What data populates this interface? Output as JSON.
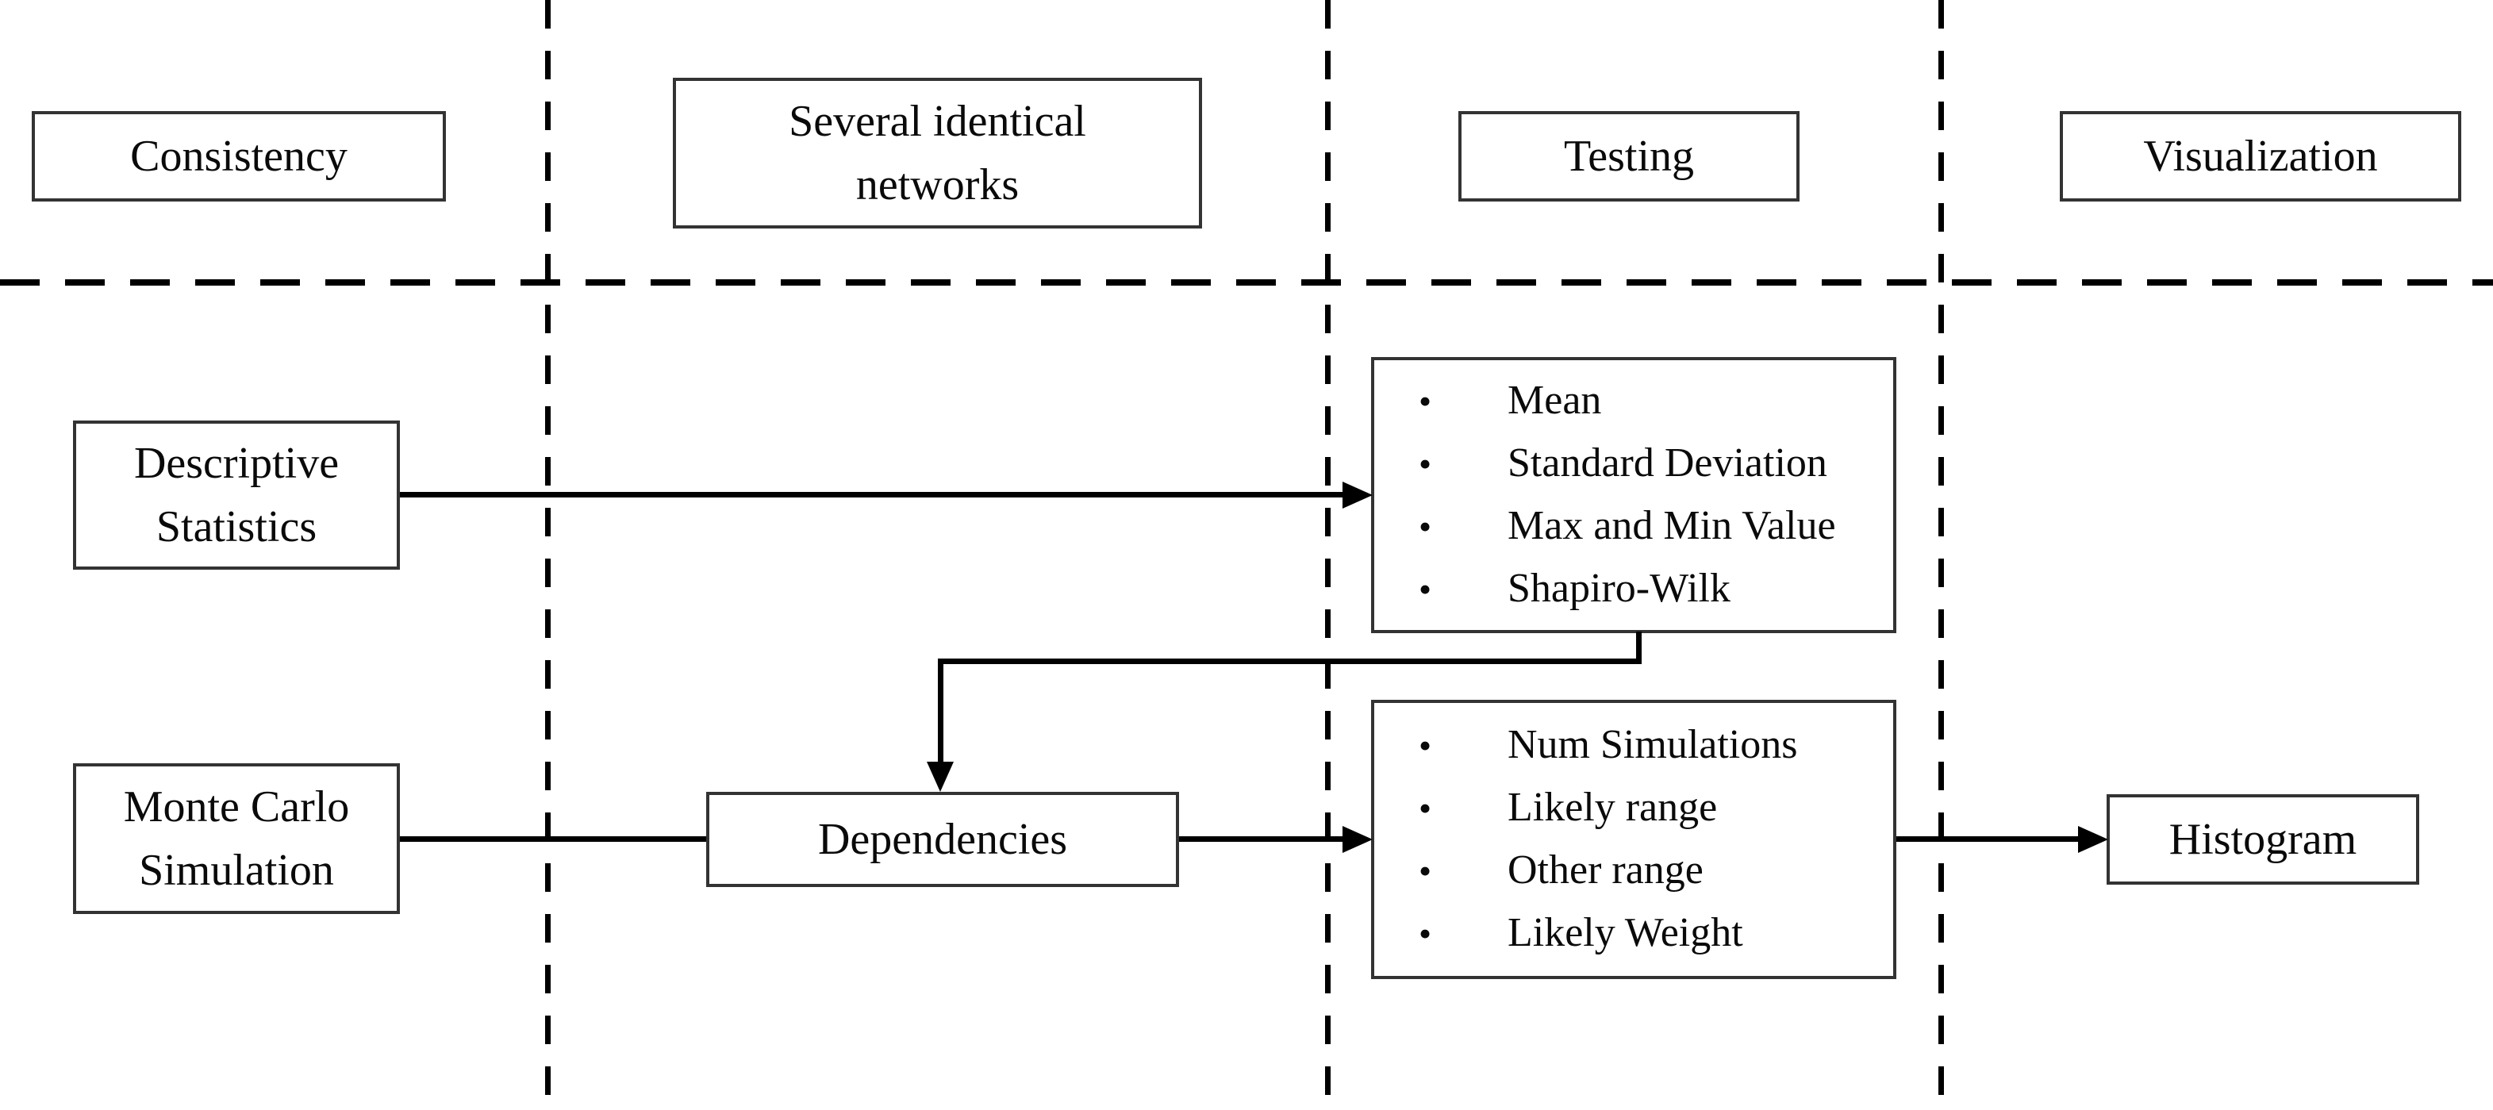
{
  "diagram": {
    "background": "#ffffff",
    "line_color": "#000000",
    "box_border_color": "#333333",
    "bullet_glyph": "•",
    "columns": [
      {
        "id": "consistency",
        "lines": [
          "Consistency"
        ]
      },
      {
        "id": "several-identical-networks",
        "lines": [
          "Several identical",
          "networks"
        ]
      },
      {
        "id": "testing",
        "lines": [
          "Testing"
        ]
      },
      {
        "id": "visualization",
        "lines": [
          "Visualization"
        ]
      }
    ],
    "nodes": {
      "descriptive_statistics": {
        "lines": [
          "Descriptive",
          "Statistics"
        ]
      },
      "monte_carlo_simulation": {
        "lines": [
          "Monte Carlo",
          "Simulation"
        ]
      },
      "dependencies": {
        "lines": [
          "Dependencies"
        ]
      },
      "histogram": {
        "lines": [
          "Histogram"
        ]
      },
      "stats_list": {
        "items": [
          "Mean",
          "Standard Deviation",
          "Max and Min Value",
          "Shapiro-Wilk"
        ]
      },
      "sim_list": {
        "items": [
          "Num Simulations",
          "Likely range",
          "Other range",
          "Likely Weight"
        ]
      }
    },
    "edges": [
      {
        "from": "descriptive_statistics",
        "to": "stats_list",
        "arrowhead": true
      },
      {
        "from": "stats_list",
        "to": "dependencies",
        "arrowhead": true
      },
      {
        "from": "monte_carlo_simulation",
        "to": "dependencies",
        "arrowhead": false
      },
      {
        "from": "dependencies",
        "to": "sim_list",
        "arrowhead": true
      },
      {
        "from": "sim_list",
        "to": "histogram",
        "arrowhead": true
      }
    ]
  }
}
